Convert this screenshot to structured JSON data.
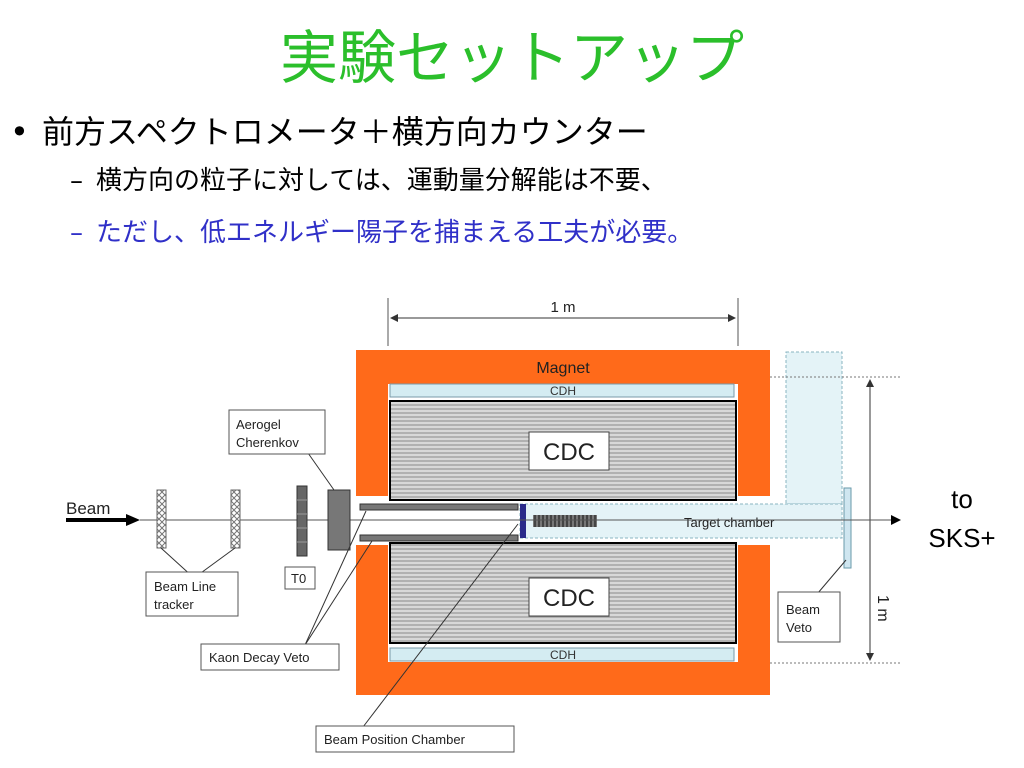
{
  "slide": {
    "title": "実験セットアップ",
    "bullet": "前方スペクトロメータ＋横方向カウンター",
    "sub1": "横方向の粒子に対しては、運動量分解能は不要、",
    "sub2": "ただし、低エネルギー陽子を捕まえる工夫が必要。"
  },
  "diagram": {
    "dim_top": "1 m",
    "dim_right": "1 m",
    "magnet": "Magnet",
    "cdh_top": "CDH",
    "cdh_bottom": "CDH",
    "cdc_top": "CDC",
    "cdc_bottom": "CDC",
    "beam": "Beam",
    "aerogel_1": "Aerogel",
    "aerogel_2": "Cherenkov",
    "beam_line_1": "Beam Line",
    "beam_line_2": "tracker",
    "t0": "T0",
    "kaon_decay_veto": "Kaon Decay Veto",
    "target_chamber": "Target chamber",
    "beam_veto_1": "Beam",
    "beam_veto_2": "Veto",
    "beam_position_chamber": "Beam Position Chamber",
    "to_1": "to",
    "to_2": "SKS+"
  },
  "colors": {
    "title": "#2bbf2b",
    "sub2": "#3030c8",
    "magnet": "#ff6a1a",
    "cdh": "#d4ecf2",
    "cdc_line": "#8a8a8a"
  }
}
